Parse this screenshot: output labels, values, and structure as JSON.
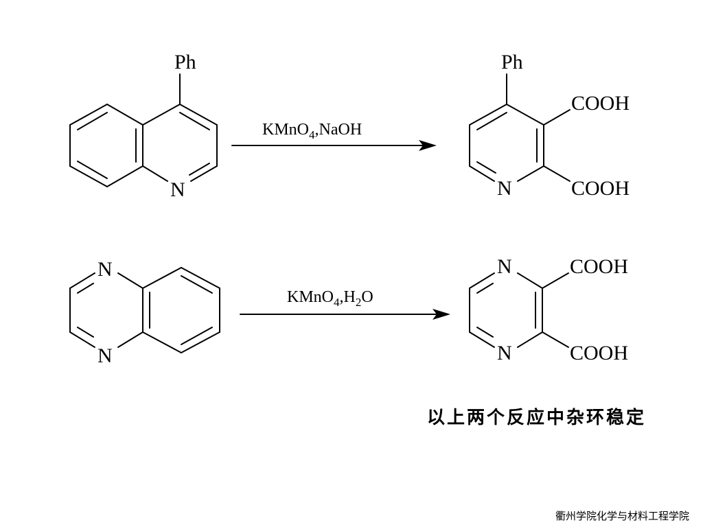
{
  "reaction1": {
    "reactant": {
      "substituent": "Ph",
      "ring_atom_n": "N"
    },
    "reagent": {
      "main": "KMnO",
      "subscript": "4",
      "rest": ",NaOH"
    },
    "product": {
      "substituent": "Ph",
      "ring_atom_n": "N",
      "group_top": "COOH",
      "group_bottom": "COOH"
    }
  },
  "reaction2": {
    "reactant": {
      "atom_n_top": "N",
      "atom_n_bottom": "N"
    },
    "reagent": {
      "main": "KMnO",
      "subscript": "4",
      "middle": ",H",
      "subscript2": "2",
      "rest": "O"
    },
    "product": {
      "atom_n_top": "N",
      "atom_n_bottom": "N",
      "group_top": "COOH",
      "group_bottom": "COOH"
    }
  },
  "conclusion": "以上两个反应中杂环稳定",
  "footer": "衢州学院化学与材料工程学院"
}
